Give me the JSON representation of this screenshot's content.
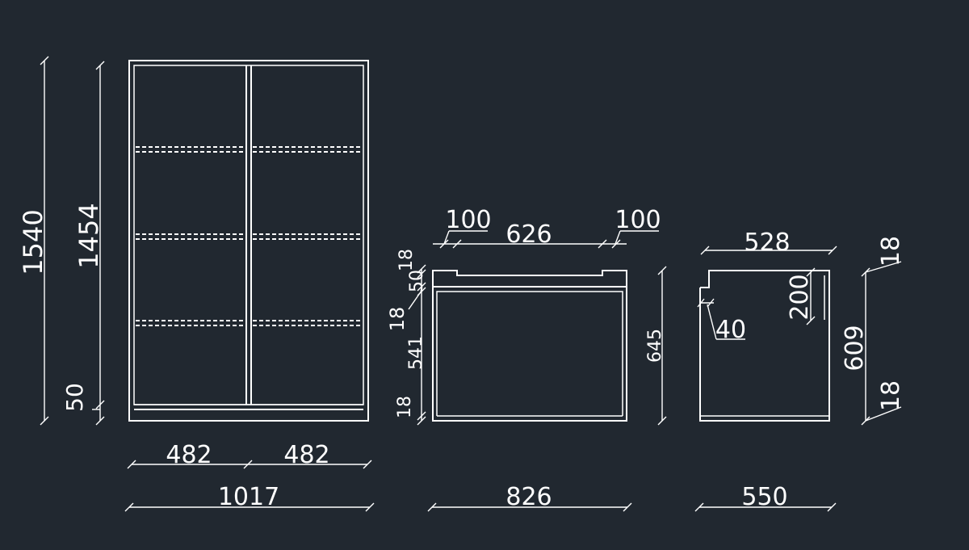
{
  "colors": {
    "background": "#212830",
    "line": "#ffffff"
  },
  "wardrobe": {
    "total_height": "1540",
    "inner_height": "1454",
    "base_height": "50",
    "door_width_left": "482",
    "door_width_right": "482",
    "total_width": "1017"
  },
  "front_view": {
    "left_offset": "100",
    "inner_width": "626",
    "right_offset": "100",
    "top_thickness": "18",
    "rail_height": "50",
    "board_thickness": "18",
    "inner_height": "541",
    "bottom_thickness": "18",
    "total_height": "645",
    "total_width": "826"
  },
  "side_view": {
    "inner_width": "528",
    "step_width": "40",
    "rail_height": "200",
    "top_thickness": "18",
    "height": "609",
    "bottom_thickness": "18",
    "total_width": "550"
  }
}
